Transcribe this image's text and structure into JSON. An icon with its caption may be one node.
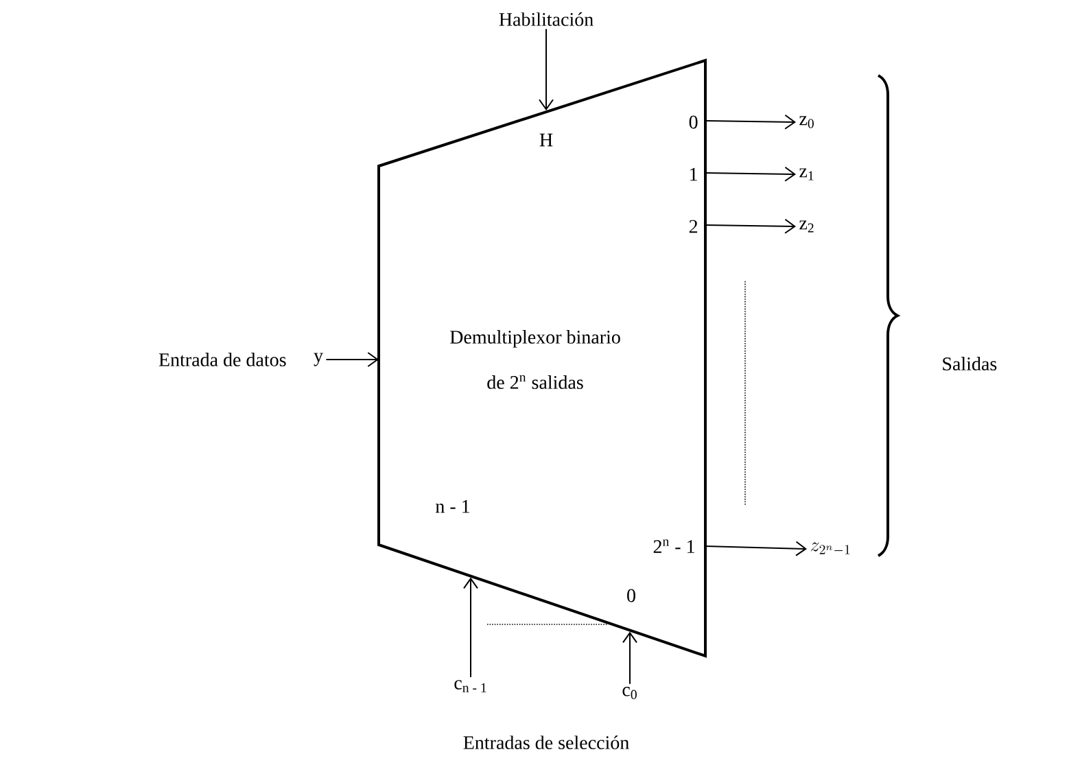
{
  "diagram": {
    "nodes": [
      {
        "text": [
          "Demultiplexor binario",
          "de 2$^{n}$ salidas"
        ]
      },
      {
        "text": [
          "Habilitación"
        ]
      },
      {
        "text": [
          "y"
        ],
        "beside": [
          "Entrada de datos"
        ]
      },
      {
        "text": [
          "z$_{0}$"
        ]
      },
      {
        "text": [
          "z$_{1}$"
        ]
      },
      {
        "text": [
          "z$_{2}$"
        ]
      },
      {
        "text": [
          "z_{2^{n} - 1}"
        ]
      },
      {
        "text": [
          "c$_{n - 1}$"
        ]
      },
      {
        "text": [
          "c$_{0}$"
        ]
      }
    ],
    "edges": [
      {
        "from": 1,
        "to": 0,
        "arrow": "to"
      },
      {
        "from": 2,
        "to": 0,
        "arrow": "to"
      },
      {
        "from": 0,
        "to": 3,
        "arrow": "to"
      },
      {
        "from": 0,
        "to": 4,
        "arrow": "to"
      },
      {
        "from": 0,
        "to": 5,
        "arrow": "to"
      },
      {
        "from": 0,
        "to": 6,
        "arrow": "to"
      },
      {
        "from": 7,
        "to": 0,
        "arrow": "to"
      },
      {
        "from": 8,
        "to": 0,
        "arrow": "to"
      }
    ],
    "labels": [
      "H",
      "0",
      "1",
      "2",
      "2$^{n}$ - 1",
      "n - 1",
      "0",
      "Entradas de selección",
      "Salidas"
    ]
  }
}
